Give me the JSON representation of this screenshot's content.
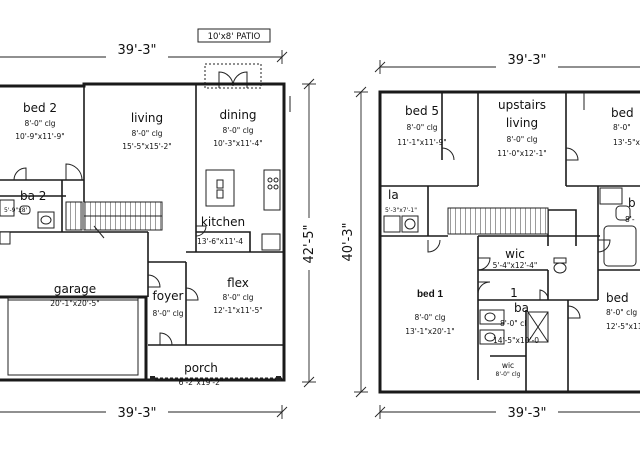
{
  "plan1": {
    "top_width": "39'-3\"",
    "bottom_width": "39'-3\"",
    "depth": "42'-5\"",
    "patio": "10'x8' PATIO",
    "rooms": {
      "bed2": {
        "name": "bed 2",
        "clg": "8'-0\" clg",
        "size": "10'-9\"x11'-9\""
      },
      "living": {
        "name": "living",
        "clg": "8'-0\" clg",
        "size": "15'-5\"x15'-2\""
      },
      "dining": {
        "name": "dining",
        "clg": "8'-0\" clg",
        "size": "10'-3\"x11'-4\""
      },
      "ba2": {
        "name": "ba 2",
        "size": "5'-9\"x8'"
      },
      "kitchen": {
        "name": "kitchen",
        "size": "13'-6\"x11'-4"
      },
      "garage": {
        "name": "garage",
        "size": "20'-1\"x20'-5\""
      },
      "foyer": {
        "name": "foyer",
        "clg": "8'-0\" clg"
      },
      "flex": {
        "name": "flex",
        "clg": "8'-0\" clg",
        "size": "12'-1\"x11'-5\""
      },
      "porch": {
        "name": "porch",
        "size": "6'-2\"x19'-2\""
      }
    }
  },
  "plan2": {
    "top_width": "39'-3\"",
    "bottom_width": "39'-3\"",
    "depth": "40'-3\"",
    "rooms": {
      "bed5": {
        "name": "bed 5",
        "clg": "8'-0\" clg",
        "size": "11'-1\"x11'-9\""
      },
      "upliving": {
        "name1": "upstairs",
        "name2": "living",
        "clg": "8'-0\" clg",
        "size": "11'-0\"x12'-1\""
      },
      "bed4": {
        "name": "bed",
        "clg": "8'-0\"",
        "size": "13'-5\"x"
      },
      "la": {
        "name": "la",
        "size": "5'-3\"x7'-1\""
      },
      "ba3": {
        "name": "b",
        "clg": "8'-"
      },
      "wic1": {
        "name": "wic",
        "size": "5'-4\"x12'-4\""
      },
      "bed1": {
        "name": "bed 1",
        "clg": "8'-0\" clg",
        "size": "13'-1\"x20'-1\""
      },
      "ba1": {
        "name": "ba",
        "num": "1",
        "clg": "8'-0\" cl",
        "size": "14'-5\"x10'-0"
      },
      "wic2": {
        "name": "wic",
        "clg": "8'-0\" clg"
      },
      "bed3": {
        "name": "bed",
        "clg": "8'-0\" clg",
        "size": "12'-5\"x11'-1"
      }
    }
  }
}
